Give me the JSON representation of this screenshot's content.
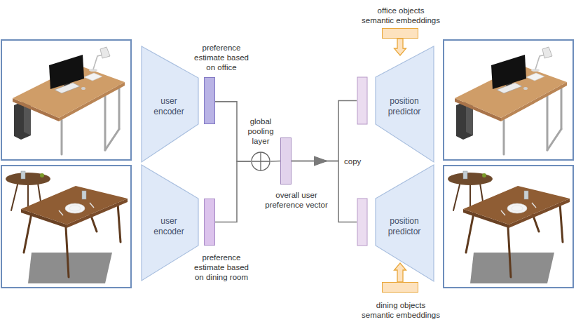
{
  "diagram": {
    "nodes": [
      {
        "text": [
          "user encoder"
        ]
      },
      {
        "text": [
          "preference estimate based on office"
        ]
      },
      {
        "text": [
          "user encoder"
        ]
      },
      {
        "text": [
          "preference estimate based on dining room"
        ]
      },
      {
        "text": [
          "global pooling layer"
        ]
      },
      {
        "text": [
          "overall user preference vector"
        ]
      },
      {
        "text": [
          "office objects semantic embeddings"
        ]
      },
      {
        "text": [
          "position predictor"
        ]
      },
      {
        "text": [
          "dining objects semantic embeddings"
        ]
      },
      {
        "text": [
          "position predictor"
        ]
      }
    ],
    "edges": [
      {
        "from": 1,
        "to": 4,
        "arrow": "none"
      },
      {
        "from": 3,
        "to": 4,
        "arrow": "none"
      },
      {
        "from": 4,
        "to": 5,
        "arrow": "none"
      },
      {
        "from": 5,
        "to": 7,
        "arrow": "to"
      },
      {
        "from": 5,
        "to": 9,
        "arrow": "to"
      },
      {
        "from": 6,
        "to": 7,
        "arrow": "to"
      },
      {
        "from": 8,
        "to": 9,
        "arrow": "to"
      }
    ],
    "labels": [
      "copy"
    ]
  }
}
